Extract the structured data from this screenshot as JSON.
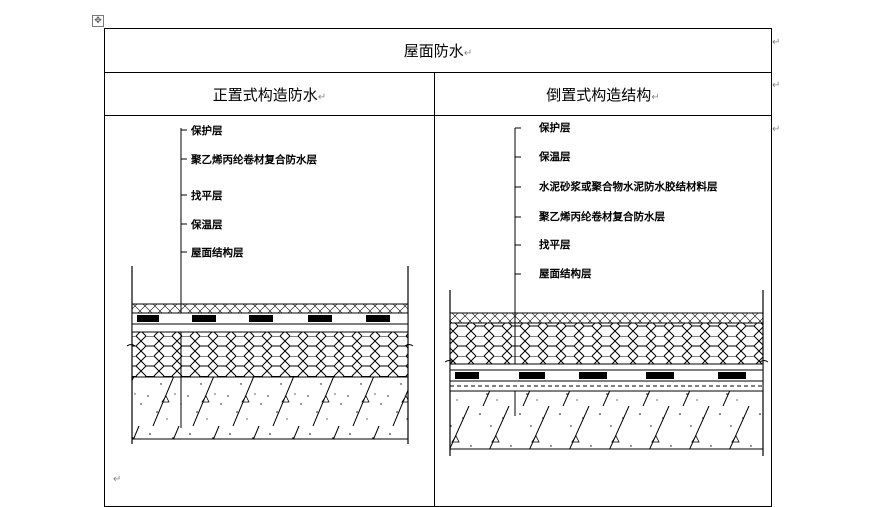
{
  "table": {
    "title": "屋面防水",
    "col_left": "正置式构造防水",
    "col_right": "倒置式构造结构"
  },
  "paragraph_mark": "↵",
  "left_diagram": {
    "labels": [
      "保护层",
      "聚乙烯丙纶卷材复合防水层",
      "找平层",
      "保温层",
      "屋面结构层"
    ]
  },
  "right_diagram": {
    "labels": [
      "保护层",
      "保温层",
      "水泥砂浆或聚合物水泥防水胶结材料层",
      "聚乙烯丙纶卷材复合防水层",
      "找平层",
      "屋面结构层"
    ]
  }
}
